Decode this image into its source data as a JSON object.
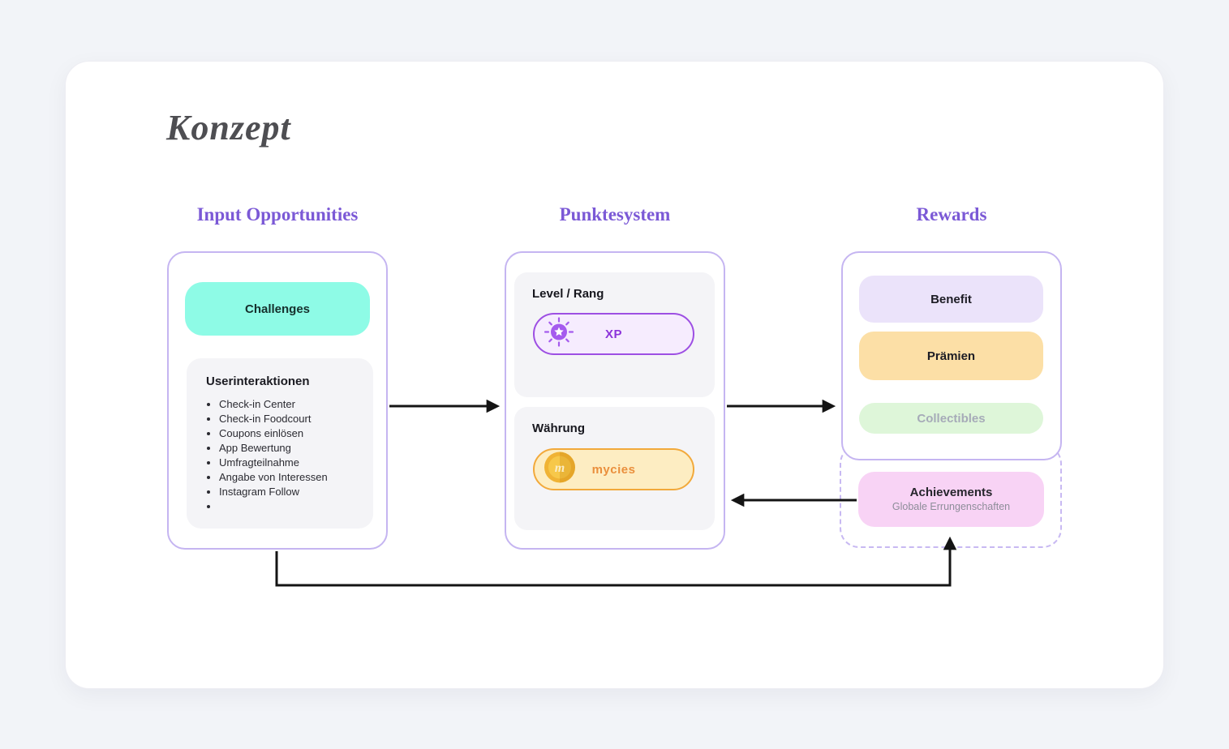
{
  "title": "Konzept",
  "colors": {
    "page_background": "#f2f4f8",
    "panel_background": "#ffffff",
    "header_purple": "#7b59d6",
    "card_border_purple": "#c5b5f1",
    "challenges_teal": "#8efbe6",
    "subpanel_gray": "#f4f4f7",
    "xp_border_purple": "#9d4fe3",
    "xp_fill": "#f6ecfe",
    "mycies_border_orange": "#f2a93b",
    "mycies_fill": "#fdedc2",
    "benefit_lavender": "#ebe3fa",
    "praemien_orange": "#fcdfa6",
    "collectibles_green": "#def6d9",
    "achievements_pink": "#f8d3f5",
    "arrow_black": "#141414"
  },
  "columns": {
    "input": {
      "header": "Input Opportunities",
      "challenges_label": "Challenges",
      "interactions": {
        "title": "Userinteraktionen",
        "items": [
          "Check-in Center",
          "Check-in Foodcourt",
          "Coupons einlösen",
          "App Bewertung",
          "Umfragteilnahme",
          "Angabe von Interessen",
          "Instagram Follow",
          ""
        ]
      }
    },
    "points": {
      "header": "Punktesystem",
      "level": {
        "title": "Level / Rang",
        "badge_label": "XP"
      },
      "currency": {
        "title": "Währung",
        "badge_label": "mycies"
      }
    },
    "rewards": {
      "header": "Rewards",
      "benefit_label": "Benefit",
      "praemien_label": "Prämien",
      "collectibles_label": "Collectibles",
      "achievements": {
        "title": "Achievements",
        "subtitle": "Globale Errungenschaften"
      }
    }
  }
}
